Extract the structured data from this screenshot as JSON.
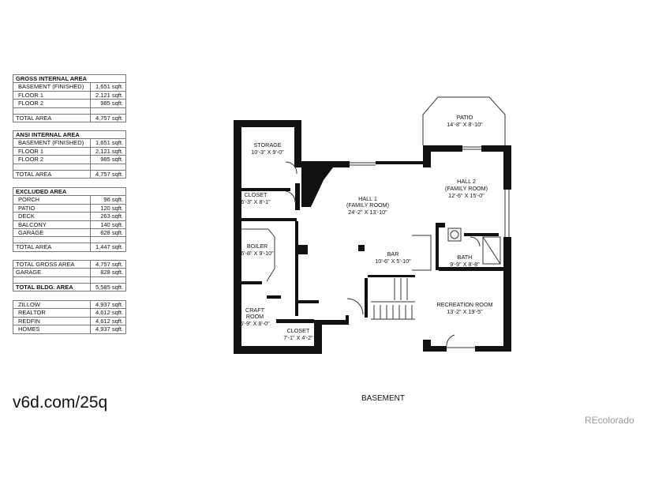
{
  "tables": [
    {
      "title": "GROSS INTERNAL AREA",
      "rows": [
        {
          "label": "BASEMENT (FINISHED)",
          "value": "1,651 sqft."
        },
        {
          "label": "FLOOR 1",
          "value": "2,121 sqft."
        },
        {
          "label": "FLOOR 2",
          "value": "985 sqft."
        }
      ],
      "total": {
        "label": "TOTAL AREA",
        "value": "4,757 sqft."
      }
    },
    {
      "title": "ANSI INTERNAL AREA",
      "rows": [
        {
          "label": "BASEMENT (FINISHED)",
          "value": "1,651 sqft."
        },
        {
          "label": "FLOOR 1",
          "value": "2,121 sqft."
        },
        {
          "label": "FLOOR 2",
          "value": "985 sqft."
        }
      ],
      "total": {
        "label": "TOTAL AREA",
        "value": "4,757 sqft."
      }
    },
    {
      "title": "EXCLUDED AREA",
      "rows": [
        {
          "label": "PORCH",
          "value": "96 sqft."
        },
        {
          "label": "PATIO",
          "value": "120 sqft."
        },
        {
          "label": "DECK",
          "value": "263 sqft."
        },
        {
          "label": "BALCONY",
          "value": "140 sqft."
        },
        {
          "label": "GARAGE",
          "value": "828 sqft."
        }
      ],
      "total": {
        "label": "TOTAL AREA",
        "value": "1,447 sqft."
      }
    },
    {
      "rows": [
        {
          "label": "TOTAL GROSS AREA",
          "value": "4,757 sqft."
        },
        {
          "label": "GARAGE",
          "value": "828 sqft."
        }
      ],
      "total": {
        "label": "TOTAL BLDG. AREA",
        "value": "5,585 sqft."
      }
    },
    {
      "rows": [
        {
          "label": "ZILLOW",
          "value": "4,937 sqft."
        },
        {
          "label": "REALTOR",
          "value": "4,612 sqft."
        },
        {
          "label": "REDFIN",
          "value": "4,612 sqft."
        },
        {
          "label": "HOMES",
          "value": "4,937 sqft."
        }
      ]
    }
  ],
  "rooms": [
    {
      "name": "STORAGE",
      "dims": "10'-3\" X 9'-0\""
    },
    {
      "name": "CLOSET",
      "dims": "6'-3\" X 8'-1\""
    },
    {
      "name": "BOILER",
      "dims": "6'-8\" X 9'-10\""
    },
    {
      "name": "CRAFT",
      "name2": "ROOM",
      "dims": "6'-9\" X 8'-0\""
    },
    {
      "name": "CLOSET",
      "dims": "7'-1\" X 4'-2\""
    },
    {
      "name": "HALL 1",
      "name2": "(FAMILY ROOM)",
      "dims": "24'-2\" X 13'-10\""
    },
    {
      "name": "BAR",
      "dims": "10'-6\" X 5'-10\""
    },
    {
      "name": "PATIO",
      "dims": "14'-8\" X 8'-10\""
    },
    {
      "name": "HALL 2",
      "name2": "(FAMILY ROOM)",
      "dims": "12'-6\" X 15'-0\""
    },
    {
      "name": "BATH",
      "dims": "9'-9\" X 8'-8\""
    },
    {
      "name": "RECREATION ROOM",
      "dims": "13'-2\" X 19'-5\""
    }
  ],
  "floor_label": "BASEMENT",
  "url": "v6d.com/25q",
  "watermark": "REcolorado"
}
